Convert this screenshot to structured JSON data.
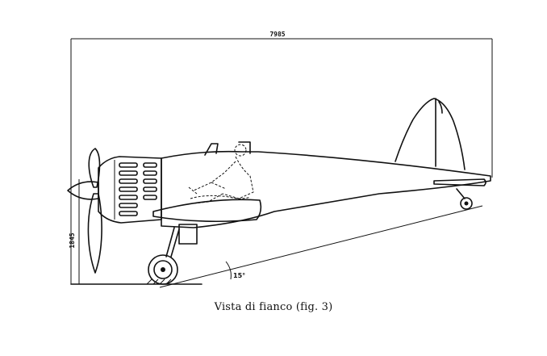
{
  "dimensions": {
    "overall_length": "7985",
    "overall_height": "1845"
  },
  "annotations": {
    "tail_down_angle": "15°"
  },
  "caption": "Vista di fianco (fig. 3)",
  "colors": {
    "ink": "#111111",
    "paper": "#ffffff"
  }
}
